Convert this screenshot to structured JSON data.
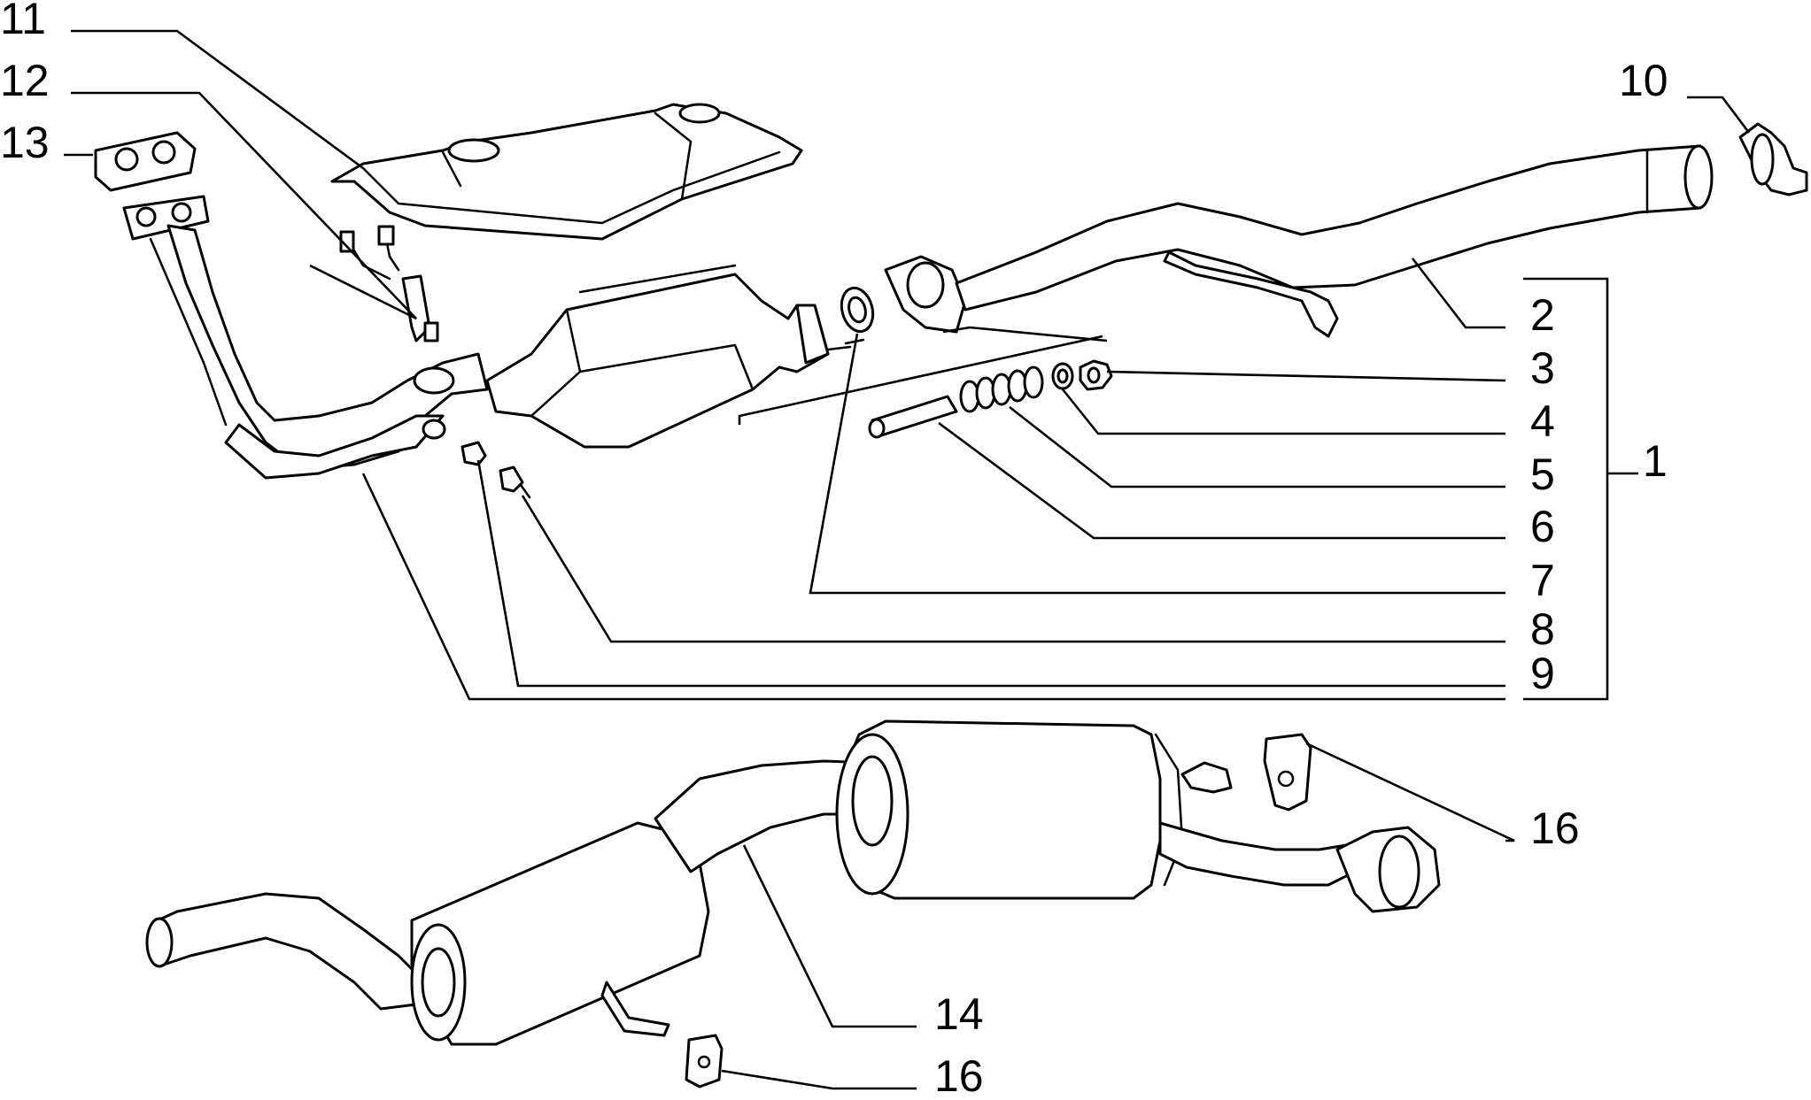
{
  "labels": {
    "l1": "1",
    "l2": "2",
    "l3": "3",
    "l4": "4",
    "l5": "5",
    "l6": "6",
    "l7": "7",
    "l8": "8",
    "l9": "9",
    "l10": "10",
    "l11": "11",
    "l12": "12",
    "l13": "13",
    "l14": "14",
    "l16a": "16",
    "l16b": "16"
  },
  "colors": {
    "line": "#000000",
    "background": "#ffffff"
  }
}
